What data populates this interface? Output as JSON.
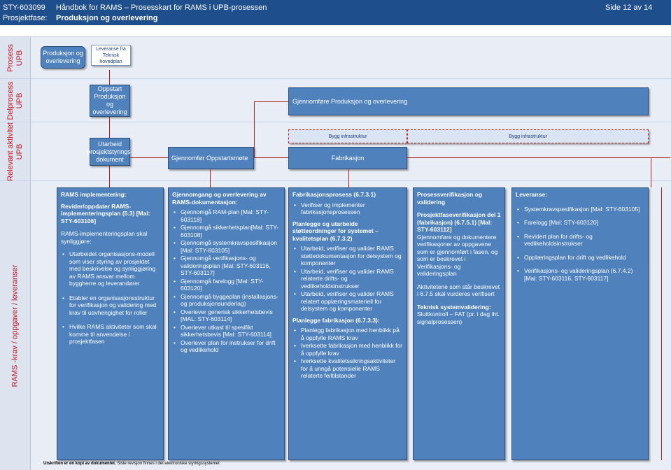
{
  "header": {
    "doc_id": "STY-603099",
    "title": "Håndbok for RAMS – Prosesskart for RAMS i UPB-prosessen",
    "page": "Side 12 av 14",
    "phase_label": "Prosjektfase:",
    "phase_value": "Produksjon og overlevering"
  },
  "lanes": {
    "prosess": "Prosess\nUPB",
    "delprosess": "Delprosess\nUPB",
    "aktivitet": "Relevant aktivitet\nUPB",
    "rams": "RAMS -krav / oppgaver / leveranser"
  },
  "prosess_lane": {
    "box": "Produksjon og overlevering",
    "doc": "Leveranse fra Teknisk hovedplan"
  },
  "delprosess_lane": {
    "oppstart": "Oppstart Produksjon og overlevering",
    "gjennomfore": "Gjennomføre Produksjon og overlevering"
  },
  "aktivitet_lane": {
    "styringsdok": "Utarbeid prosjektstyrings-dokument",
    "oppstartsmote": "Gjennomfør Oppstartsmøte",
    "bygg1": "Bygg infrastruktur",
    "fabrikasjon": "Fabrikasjon",
    "bygg2": "Bygg infrastruktur"
  },
  "panels": {
    "p1": {
      "title": "RAMS implementering:",
      "sub": "Revider/oppdater RAMS-implementeringsplan (5.3) [Mal: STY-603106]",
      "intro": "RAMS-implementeringsplan skal synliggjøre:",
      "items": [
        "Utarbeidet organisasjons-modell som viser styring av prosjektet med beskrivelse og synliggjøring av RAMS ansvar mellom byggherre og leverandører",
        "Etabler en organisasjonsstruktur for verifikasjon og validering med krav til uavhengighet for roller",
        "Hvilke RAMS aktiviteter som skal komme til anvendelse i prosjektfasen"
      ]
    },
    "p2": {
      "title": "Gjennomgang og overlevering av RAMS-dokumentasjon:",
      "items": [
        "Gjennomgå RAM-plan [Mal: STY-603118]",
        "Gjennomgå sikkerhetsplan[Mal: STY-603108]",
        "Gjennomgå systemkravspesifikasjon [Mal: STY-603105]",
        "Gjennomgå verifikasjons- og valideringsplan [Mal: STY-603116, STY-603117]",
        "Gjennomgå farelogg [Mal: STY-603120]",
        "Gjennomgå byggeplan (installasjons- og produksjonsunderlag)",
        "Overlever generisk sikkerhetsbevis [MAL: STY-603114]",
        "Overlever utkast til spesifikt sikkerhetsbevis [Mal: STY-603114]",
        "Overlever plan for instrukser for drift og vedlikehold"
      ]
    },
    "p3": {
      "title1": "Fabrikasjonsprosess (6.7.3.1)",
      "items1": [
        "Verifiser og implementer fabrikasjonsprosessen"
      ],
      "title2": "Planlegge og utarbeide støtteordninger for systemet – kvalitetsplan (6.7.3.2)",
      "items2": [
        "Utarbeid, verifiser og valider RAMS støttedokumentasjon for delsystem og komponenter",
        "Utarbeid, verifiser og valider RAMS relaterte drifts- og vedlikeholdsinstrukser",
        "Utarbeid, verifiser og valider RAMS relatert opplæringsmateriell for delsystem og komponenter"
      ],
      "title3": "Planlegge fabrikasjon (6.7.3.3):",
      "items3": [
        "Planlegg fabrikasjon med henblikk på å oppfylle RAMS krav",
        "Iverksette fabrikasjon med henblikk for å oppfylle krav",
        "Iverksette kvalitetssikringsaktiviteter for å unngå potensielle RAMS relaterte feiltilstander"
      ]
    },
    "p4": {
      "title": "Prosessverifikasjon og validering",
      "sub": "Prosjektfaseverifikasjon del 1 (fabrikasjon) (6.7.5.1) [Mal: STY-603112]",
      "text1": "Gjennomføre og dokumentere verifikasjoner av oppgavene som er gjennomført i fasen, og som er beskrevet i Verifikasjons- og valideringsplan",
      "text2": "Aktivitetene som står beskrevet i 6.7.5 skal vurderes verifisert",
      "sub2": "Teknisk systemvalidering:",
      "text3": "Sluttkontroll – FAT (pr. i dag iht. signalprosessen)"
    },
    "p5": {
      "title": "Leveranse:",
      "items": [
        "Systemkravspesifikasjon [Mal: STY-603105]",
        "Farelogg [Mal: STY-603120]",
        "Revidert plan for drifts- og vedlikeholdsinstrukser",
        "Opplæringsplan for drift og vedlikehold",
        "Verifikasjons- og valideringsplan (6.7.4.2) [Mal: STY-603116, STY-603117]"
      ]
    }
  },
  "footer": {
    "bold": "Utskriften er en kopi av dokumentet.",
    "rest": "Siste revisjon finnes i det elektroniske styringssystemet"
  },
  "colors": {
    "header_bg": "#1f4e8c",
    "box_fill": "#4f81bd",
    "lane_bg": "#e9edf5",
    "lane_label": "#c0121c",
    "connector": "#b5231e"
  }
}
